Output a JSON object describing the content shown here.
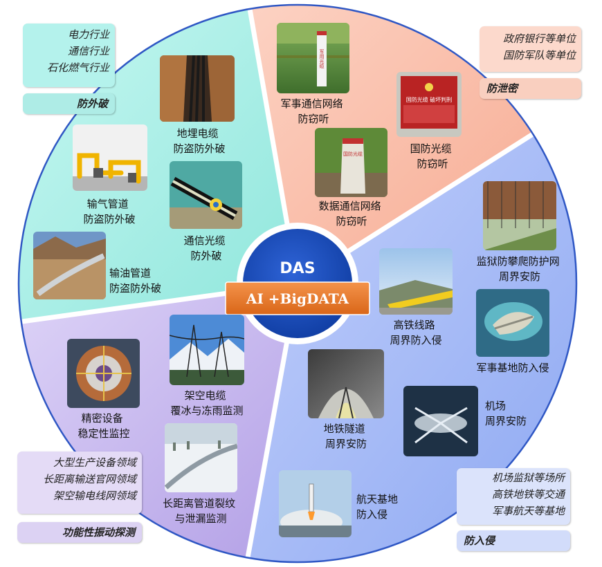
{
  "center": {
    "title": "DAS",
    "banner": "AI  +BigDATA"
  },
  "sectors": {
    "anti_damage": {
      "tag": "防外破",
      "industries": [
        "电力行业",
        "通信行业",
        "石化燃气行业"
      ],
      "color": "#a8eee6"
    },
    "anti_leak": {
      "tag": "防泄密",
      "industries": [
        "政府银行等单位",
        "国防军队等单位"
      ],
      "color": "#f9bca8"
    },
    "vibration": {
      "tag": "功能性振动探测",
      "industries": [
        "大型生产设备领域",
        "长距离输送官网领域",
        "架空输电线网领域"
      ],
      "color": "#c8b8ee"
    },
    "anti_intrusion": {
      "tag": "防入侵",
      "industries": [
        "机场监狱等场所",
        "高铁地铁等交通",
        "军事航天等基地"
      ],
      "color": "#a8bcf5"
    }
  },
  "items": [
    {
      "id": "buried-cable",
      "lines": [
        "地埋电缆",
        "防盗防外破"
      ]
    },
    {
      "id": "gas-pipeline",
      "lines": [
        "输气管道",
        "防盗防外破"
      ]
    },
    {
      "id": "fiber-cable",
      "lines": [
        "通信光缆",
        "防外破"
      ]
    },
    {
      "id": "oil-pipeline",
      "lines": [
        "输油管道",
        "防盗防外破"
      ]
    },
    {
      "id": "military-network",
      "lines": [
        "军事通信网络",
        "防窃听"
      ]
    },
    {
      "id": "defense-fiber",
      "lines": [
        "国防光缆",
        "防窃听"
      ]
    },
    {
      "id": "data-network",
      "lines": [
        "数据通信网络",
        "防窃听"
      ]
    },
    {
      "id": "prison-fence",
      "lines": [
        "监狱防攀爬防护网",
        "周界安防"
      ]
    },
    {
      "id": "high-speed-rail",
      "lines": [
        "高铁线路",
        "周界防入侵"
      ]
    },
    {
      "id": "military-base",
      "lines": [
        "军事基地防入侵"
      ]
    },
    {
      "id": "subway-tunnel",
      "lines": [
        "地铁隧道",
        "周界安防"
      ]
    },
    {
      "id": "airport",
      "lines": [
        "机场",
        "周界安防"
      ]
    },
    {
      "id": "space-base",
      "lines": [
        "航天基地",
        "防入侵"
      ]
    },
    {
      "id": "overhead-cable",
      "lines": [
        "架空电缆",
        "覆冰与冻雨监测"
      ]
    },
    {
      "id": "precision-equipment",
      "lines": [
        "精密设备",
        "稳定性监控"
      ]
    },
    {
      "id": "long-pipeline",
      "lines": [
        "长距离管道裂纹",
        "与泄漏监测"
      ]
    }
  ],
  "images": {
    "marker_post_text": "军用光缆",
    "red_sign_text": "国防光缆  破坏判刑",
    "stone_marker_text": "国防光缆"
  }
}
